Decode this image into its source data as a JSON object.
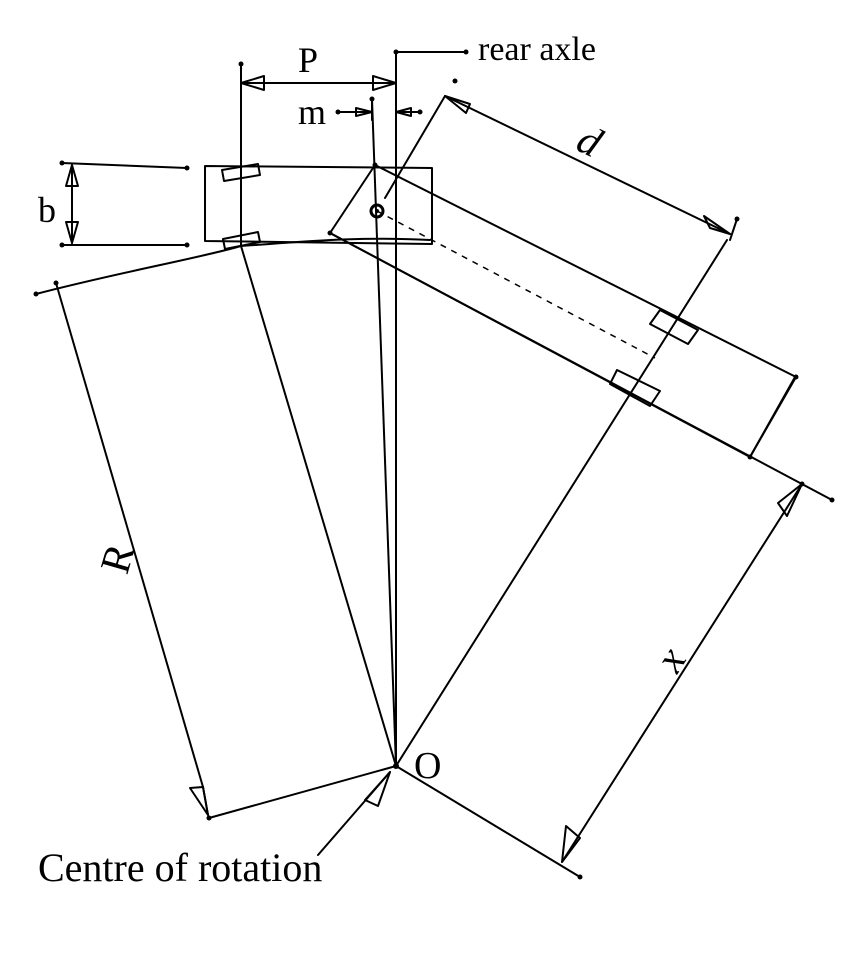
{
  "labels": {
    "rear_axle": "rear axle",
    "p": "P",
    "m": "m",
    "b": "b",
    "d": "d",
    "r": "R",
    "x": "x",
    "o": "O",
    "centre": "Centre of rotation"
  }
}
